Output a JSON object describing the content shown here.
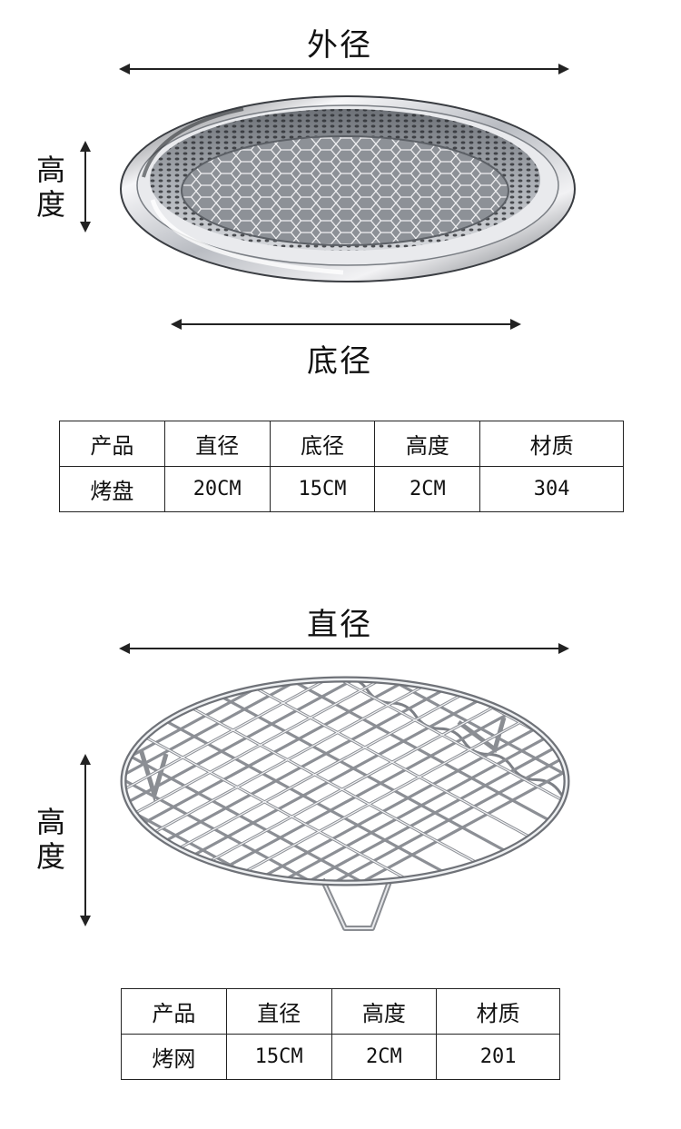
{
  "tray": {
    "top_dimension_label": "外径",
    "height_label": "高度",
    "bottom_dimension_label": "底径",
    "table": {
      "headers": [
        "产品",
        "直径",
        "底径",
        "高度",
        "材质"
      ],
      "row": [
        "烤盘",
        "20CM",
        "15CM",
        "2CM",
        "304"
      ]
    }
  },
  "rack": {
    "top_dimension_label": "直径",
    "height_label": "高度",
    "table": {
      "headers": [
        "产品",
        "直径",
        "高度",
        "材质"
      ],
      "row": [
        "烤网",
        "15CM",
        "2CM",
        "201"
      ]
    }
  },
  "colors": {
    "line": "#222222",
    "steel_light": "#f4f4f6",
    "steel_dark": "#55585e"
  }
}
